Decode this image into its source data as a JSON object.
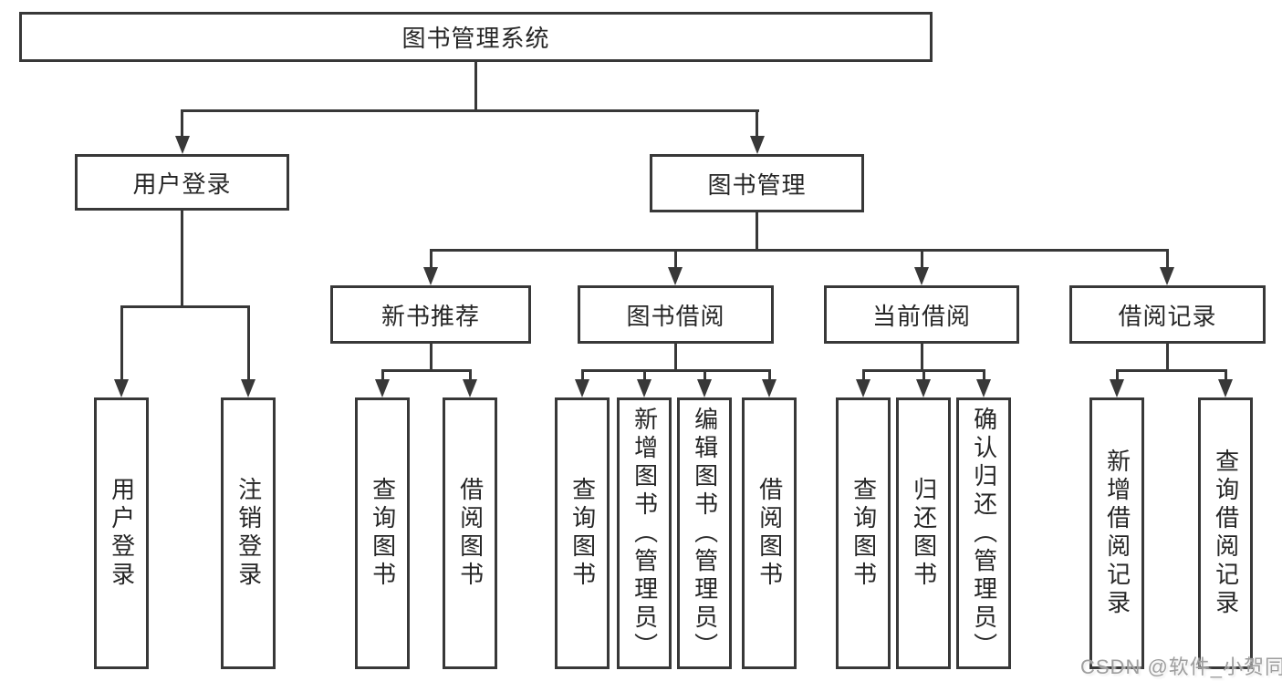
{
  "diagram": {
    "root": {
      "label": "图书管理系统"
    },
    "user_login": {
      "label": "用户登录",
      "children": [
        {
          "label": "用户登录"
        },
        {
          "label": "注销登录"
        }
      ]
    },
    "book_management": {
      "label": "图书管理",
      "children": [
        {
          "label": "新书推荐",
          "children": [
            {
              "label": "查询图书"
            },
            {
              "label": "借阅图书"
            }
          ]
        },
        {
          "label": "图书借阅",
          "children": [
            {
              "label": "查询图书"
            },
            {
              "label": "新增图书（管理员）"
            },
            {
              "label": "编辑图书（管理员）"
            },
            {
              "label": "借阅图书"
            }
          ]
        },
        {
          "label": "当前借阅",
          "children": [
            {
              "label": "查询图书"
            },
            {
              "label": "归还图书"
            },
            {
              "label": "确认归还（管理员）"
            }
          ]
        },
        {
          "label": "借阅记录",
          "children": [
            {
              "label": "新增借阅记录"
            },
            {
              "label": "查询借阅记录"
            }
          ]
        }
      ]
    }
  },
  "watermark": {
    "text": "CSDN @软件_小贺同学"
  },
  "colors": {
    "line": "#383838",
    "text": "#262626",
    "background": "#ffffff",
    "watermark": "#9e9e9e"
  }
}
